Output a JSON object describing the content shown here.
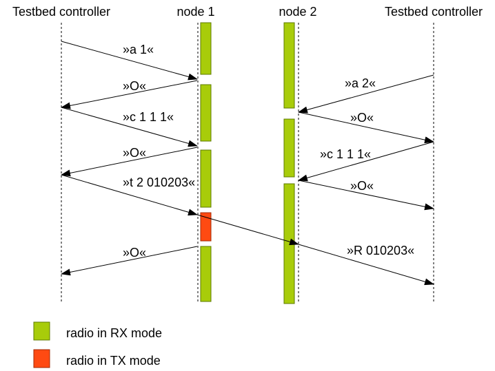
{
  "colors": {
    "rx": "#A8CC0A",
    "rx_stroke": "#5D7A00",
    "tx": "#FF4A12",
    "tx_stroke": "#A02A05",
    "line": "#000000"
  },
  "lifelines": [
    {
      "id": "tc-left",
      "label": "Testbed controller"
    },
    {
      "id": "node1",
      "label": "node 1"
    },
    {
      "id": "node2",
      "label": "node 2"
    },
    {
      "id": "tc-right",
      "label": "Testbed controller"
    }
  ],
  "activations": [
    {
      "lifeline": "node1",
      "mode": "rx"
    },
    {
      "lifeline": "node1",
      "mode": "rx"
    },
    {
      "lifeline": "node1",
      "mode": "rx"
    },
    {
      "lifeline": "node1",
      "mode": "tx"
    },
    {
      "lifeline": "node1",
      "mode": "rx"
    },
    {
      "lifeline": "node2",
      "mode": "rx"
    },
    {
      "lifeline": "node2",
      "mode": "rx"
    },
    {
      "lifeline": "node2",
      "mode": "rx"
    }
  ],
  "messages": [
    {
      "label": "»a 1«",
      "from": "tc-left",
      "to": "node1"
    },
    {
      "label": "»O«",
      "from": "node1",
      "to": "tc-left"
    },
    {
      "label": "»c 1 1 1«",
      "from": "tc-left",
      "to": "node1"
    },
    {
      "label": "»O«",
      "from": "node1",
      "to": "tc-left"
    },
    {
      "label": "»t 2 010203«",
      "from": "tc-left",
      "to": "node1"
    },
    {
      "label": "",
      "from": "node1",
      "to": "node2"
    },
    {
      "label": "»O«",
      "from": "node1",
      "to": "tc-left"
    },
    {
      "label": "»a 2«",
      "from": "tc-right",
      "to": "node2"
    },
    {
      "label": "»O«",
      "from": "node2",
      "to": "tc-right"
    },
    {
      "label": "»c 1 1 1«",
      "from": "tc-right",
      "to": "node2"
    },
    {
      "label": "»O«",
      "from": "node2",
      "to": "tc-right"
    },
    {
      "label": "»R 010203«",
      "from": "node2",
      "to": "tc-right"
    }
  ],
  "legend": [
    {
      "mode": "rx",
      "label": "radio in RX mode"
    },
    {
      "mode": "tx",
      "label": "radio in TX mode"
    }
  ]
}
